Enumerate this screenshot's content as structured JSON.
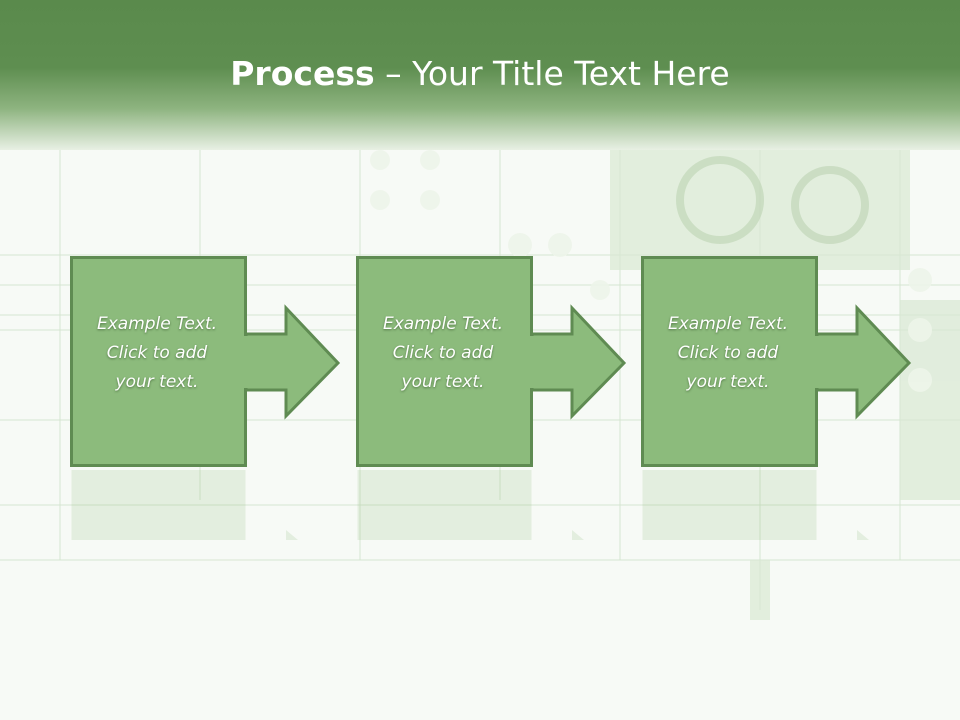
{
  "slide": {
    "title_bold": "Process",
    "title_rest": " – Your Title Text Here"
  },
  "steps": [
    {
      "text": "Example Text.\nClick  to add\nyour text."
    },
    {
      "text": "Example Text.\nClick  to add\nyour text."
    },
    {
      "text": "Example Text.\nClick  to add\nyour text."
    }
  ],
  "colors": {
    "header": "#5a8a4c",
    "box_fill": "#8cbb7c",
    "box_border": "#5f8b52"
  }
}
